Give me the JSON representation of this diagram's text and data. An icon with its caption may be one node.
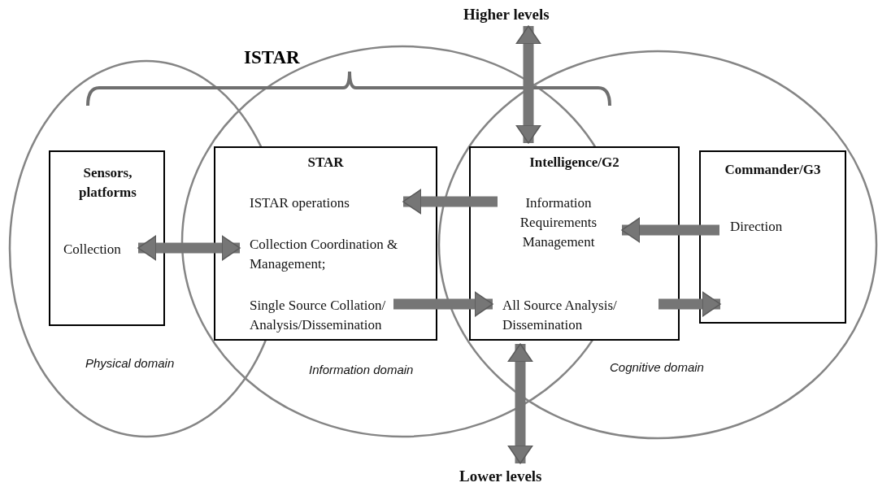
{
  "diagram": {
    "nodes": [
      {
        "text": [
          "Physical domain"
        ]
      },
      {
        "text": [
          "Information domain"
        ]
      },
      {
        "text": [
          "Cognitive domain"
        ]
      },
      {
        "text": [
          "Sensors, platforms",
          "Collection"
        ],
        "in": 0
      },
      {
        "text": [
          "STAR",
          "ISTAR operations",
          "Collection Coordination & Management;",
          "Single Source Collation/ Analysis/Dissemination"
        ],
        "in": 1
      },
      {
        "text": [
          "Intelligence/G2",
          "Information Requirements Management",
          "All Source Analysis/ Dissemination"
        ],
        "in": 2
      },
      {
        "text": [
          "Commander/G3",
          "Direction"
        ],
        "in": 2
      },
      {
        "text": [
          "Higher levels"
        ]
      },
      {
        "text": [
          "Lower levels"
        ]
      }
    ],
    "edges": [
      {
        "from": 3,
        "to": 4,
        "arrow": "both"
      },
      {
        "from": 5,
        "to": 4,
        "arrow": "to"
      },
      {
        "from": 6,
        "to": 5,
        "arrow": "to"
      },
      {
        "from": 4,
        "to": 5,
        "arrow": "to"
      },
      {
        "from": 5,
        "to": 6,
        "arrow": "to"
      },
      {
        "from": 7,
        "to": 5,
        "arrow": "both"
      },
      {
        "from": 5,
        "to": 8,
        "arrow": "both"
      }
    ],
    "labels": [
      "ISTAR"
    ]
  }
}
